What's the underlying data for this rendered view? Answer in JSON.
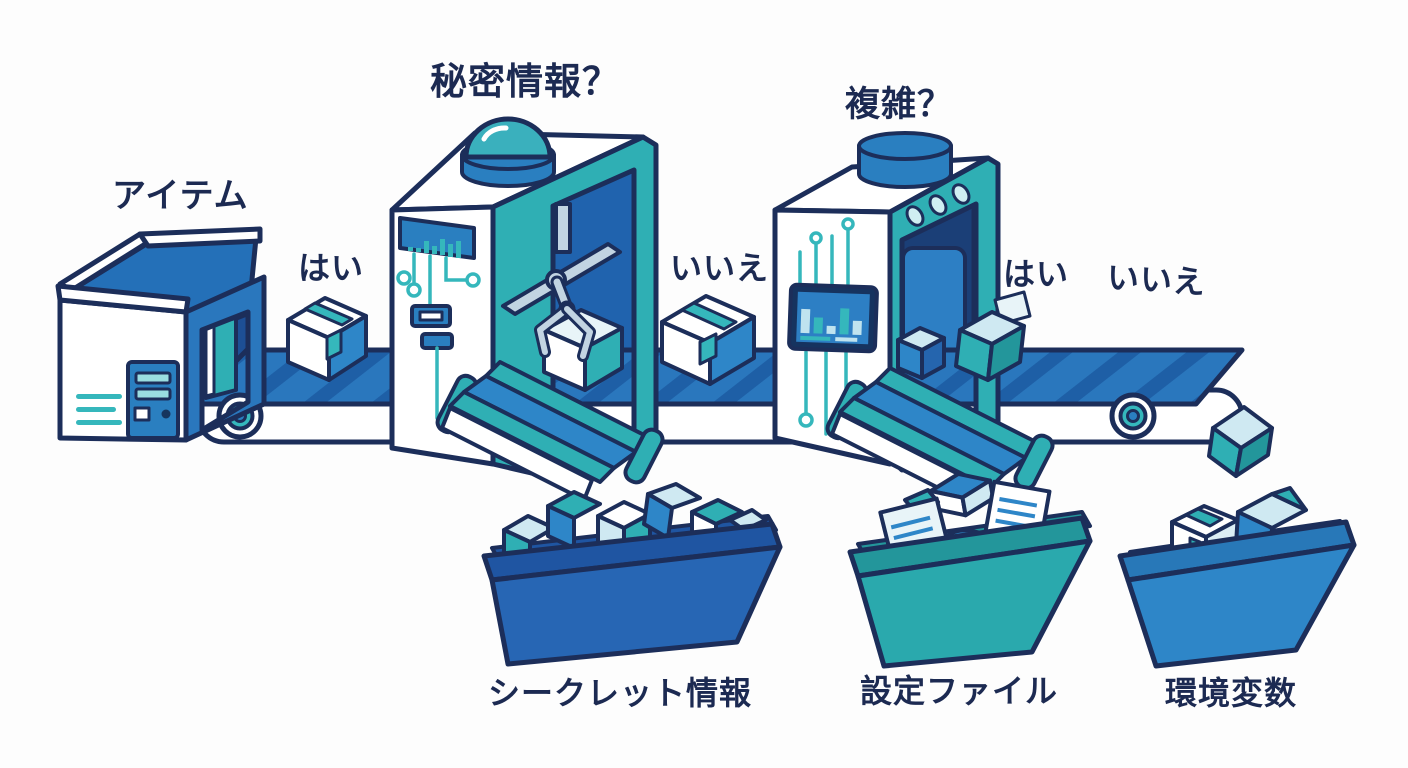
{
  "diagram": {
    "labels": {
      "source": "アイテム",
      "question1": "秘密情報？",
      "q1_yes": "はい",
      "q1_no": "いいえ",
      "question2": "複雑？",
      "q2_yes": "はい",
      "q2_no": "いいえ",
      "bin_secret": "シークレット情報",
      "bin_config": "設定ファイル",
      "bin_env": "環境変数"
    },
    "colors": {
      "outline": "#1c2e5a",
      "text": "#1c2a52",
      "teal": "#2fafb4",
      "teal_dark": "#23969b",
      "blue": "#2e86c8",
      "belt_blue": "#2a77bd",
      "stripe_blue": "#1e5fa6",
      "dark_blue": "#1d5fa8",
      "bin_secret": "#2766b4",
      "bin_config": "#2aa9ad",
      "bin_env": "#2e86c8",
      "light_blue": "#cfe9f2",
      "steel": "#c2d4e2",
      "dome_teal": "#3ab0bd",
      "screen_blue": "#2d7fc4"
    }
  }
}
